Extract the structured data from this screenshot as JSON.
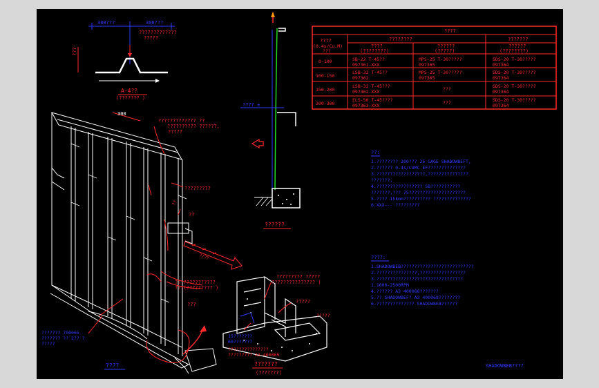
{
  "colors": {
    "red": "#ff2a2a",
    "blue": "#2f3cff",
    "white": "#ffffff",
    "green": "#22dd22",
    "background": "#000000"
  },
  "profile_detail": {
    "dim_left": "300???",
    "dim_right": "300???",
    "note_line1": "?????????????",
    "note_line2": "?????",
    "vertical_label": "???",
    "caption": "A-4??",
    "subcaption": "(??????? )"
  },
  "section": {
    "level_label": "???? ±",
    "caption": "??????"
  },
  "spec_table": {
    "title": "????",
    "header_col1": "????",
    "header_col1_sub": "(0.4s/Cu.M)",
    "header_col1_sub2": "???",
    "group_header_mid": "????????",
    "group_header_right": "???????",
    "sub_header_a": "????",
    "sub_header_a2": "(????????)",
    "sub_header_b": "??????",
    "sub_header_b2": "(?????)",
    "sub_header_c": "??????",
    "sub_header_c2": "(????????)",
    "rows": [
      {
        "range": "0-100",
        "a1": "SB-22 T-45??",
        "a2": "097361-XXX",
        "b1": "MPS-25 T-30?????",
        "b2": "097365",
        "c1": "SDS-20 T-30?????",
        "c2": "097364"
      },
      {
        "range": "100-150",
        "a1": "LSB-32 T-45??",
        "a2": "097362",
        "b1": "MPS-25 T-30?????",
        "b2": "097365",
        "c1": "SDS-20 T-30?????",
        "c2": "097364"
      },
      {
        "range": "150-200",
        "a1": "LSB-32 T-45???",
        "a2": "097362-XXX",
        "b1": "???",
        "b2": "",
        "c1": "SDS-20 T-30?????",
        "c2": "097364"
      },
      {
        "range": "200-300",
        "a1": "ELS-50 T-45????",
        "a2": "097363-XXX",
        "b1": "???",
        "b2": "",
        "c1": "SDS-20 T-30?????",
        "c2": "097364"
      }
    ]
  },
  "notes1": {
    "title": "??:",
    "lines": [
      "1.???????? 200???   25 GAGE    SHADOWBEFT,",
      "2.?????? 0.4s/CUMC EF??????????????",
      "3.??????????????????,???????????????",
      "  ???????,",
      "4.?????????????????  SB???????????",
      "  ???????,??? 75?????????????????????",
      "5.???? 15kmm?????????? ??????????????",
      "6.XXX--- ?????????"
    ]
  },
  "notes2": {
    "title": "????:",
    "lines": [
      "1.SHADOWBEB???????????????????????????",
      "2.???????????????,?????????????????",
      "3.????????????????????????????????",
      "  1.1000-2500RPM",
      "4.??????  A3  400068???????",
      "5.?? SHADOWBEF?  A3  400068????????",
      "6.??????????????   SHADOWBEB??????"
    ]
  },
  "isometric": {
    "dim_top": "300",
    "callout_top_1": "????????????? ??",
    "callout_top_2": "?????????? ??????,",
    "callout_top_3": "?????",
    "callout_mid": "?????????",
    "callout_small": "??",
    "callout_left_stud": "??",
    "callout_bracket_1": "??.???????????",
    "callout_bracket_2": "???(????????? )",
    "callout_base": "???",
    "left_note_1": "??????? 700065",
    "left_note_2": "??????? ?? 2?? ?",
    "left_note_3": "?????",
    "caption": "????",
    "arrow_label": "????"
  },
  "corner_detail": {
    "callout_1": "????????? ?????",
    "callout_2": "???????????????  )",
    "callout_3": "?????",
    "callout_4": "?????",
    "blue_note_1": "15???????",
    "blue_note_2": "60???????",
    "blue_note_3": "???????????????",
    "blue_note_4": "????????? A3 400065",
    "caption": "???????",
    "subcaption": "(???????)"
  },
  "footer": {
    "stamp": "SHADOWBEB????"
  }
}
